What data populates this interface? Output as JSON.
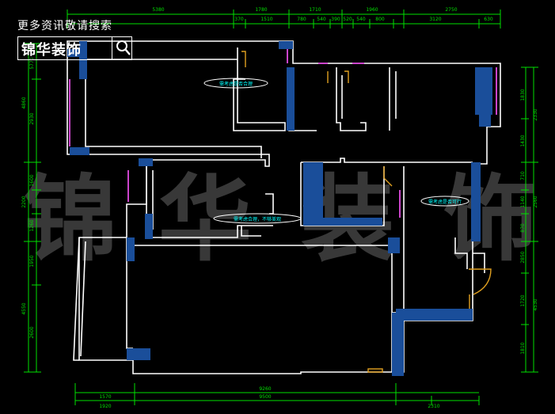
{
  "header": {
    "caption": "更多资讯敬请搜索",
    "brand": "锦华装饰",
    "search_icon": "magnifier-icon"
  },
  "watermark": {
    "chars": [
      "锦",
      "华",
      "装",
      "饰"
    ]
  },
  "dims": {
    "top_outer": [
      "5380",
      "1780",
      "1710",
      "1960",
      "2750"
    ],
    "top_inner": [
      "370",
      "1510",
      "780",
      "540",
      "390",
      "520",
      "540",
      "800",
      "3120",
      "630"
    ],
    "bottom_outer": [
      "1920",
      "9500",
      "2310"
    ],
    "bottom_inner": [
      "1570",
      "9260"
    ],
    "left": [
      "5770",
      "4860",
      "2930",
      "2200",
      "1600",
      "1260",
      "1950",
      "4550",
      "2600"
    ],
    "right": [
      "1830",
      "2330",
      "1430",
      "710",
      "2560",
      "1140",
      "870",
      "2850",
      "1720",
      "4530",
      "1810"
    ]
  },
  "labels": {
    "note_1": "需考虑是否合理",
    "note_2": "需考虑合理，不够美观",
    "note_3": "需考虑是否可行"
  },
  "colors": {
    "wall": "#ffffff",
    "column": "#1a4e9a",
    "window": "#cc44cc",
    "door": "#e0a020",
    "dim": "#00e000",
    "label": "#00ffff"
  }
}
